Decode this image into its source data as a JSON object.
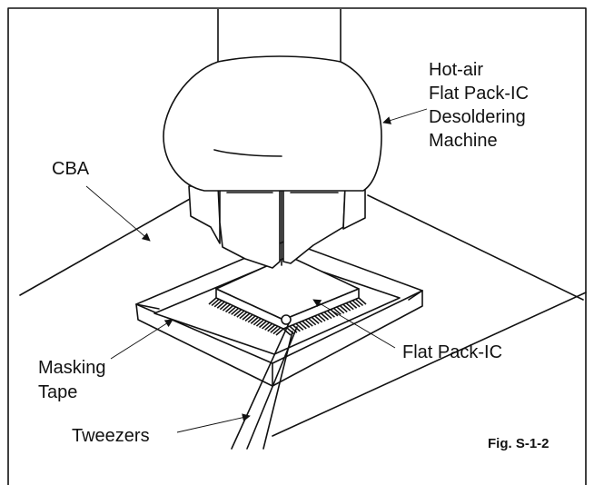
{
  "labels": {
    "machine_line1": "Hot-air",
    "machine_line2": "Flat Pack-IC",
    "machine_line3": "Desoldering",
    "machine_line4": "Machine",
    "cba": "CBA",
    "masking_line1": "Masking",
    "masking_line2": "Tape",
    "flat_pack": "Flat Pack-IC",
    "tweezers": "Tweezers",
    "figure_id": "Fig. S-1-2"
  },
  "colors": {
    "ink": "#111111",
    "paper": "#ffffff"
  }
}
